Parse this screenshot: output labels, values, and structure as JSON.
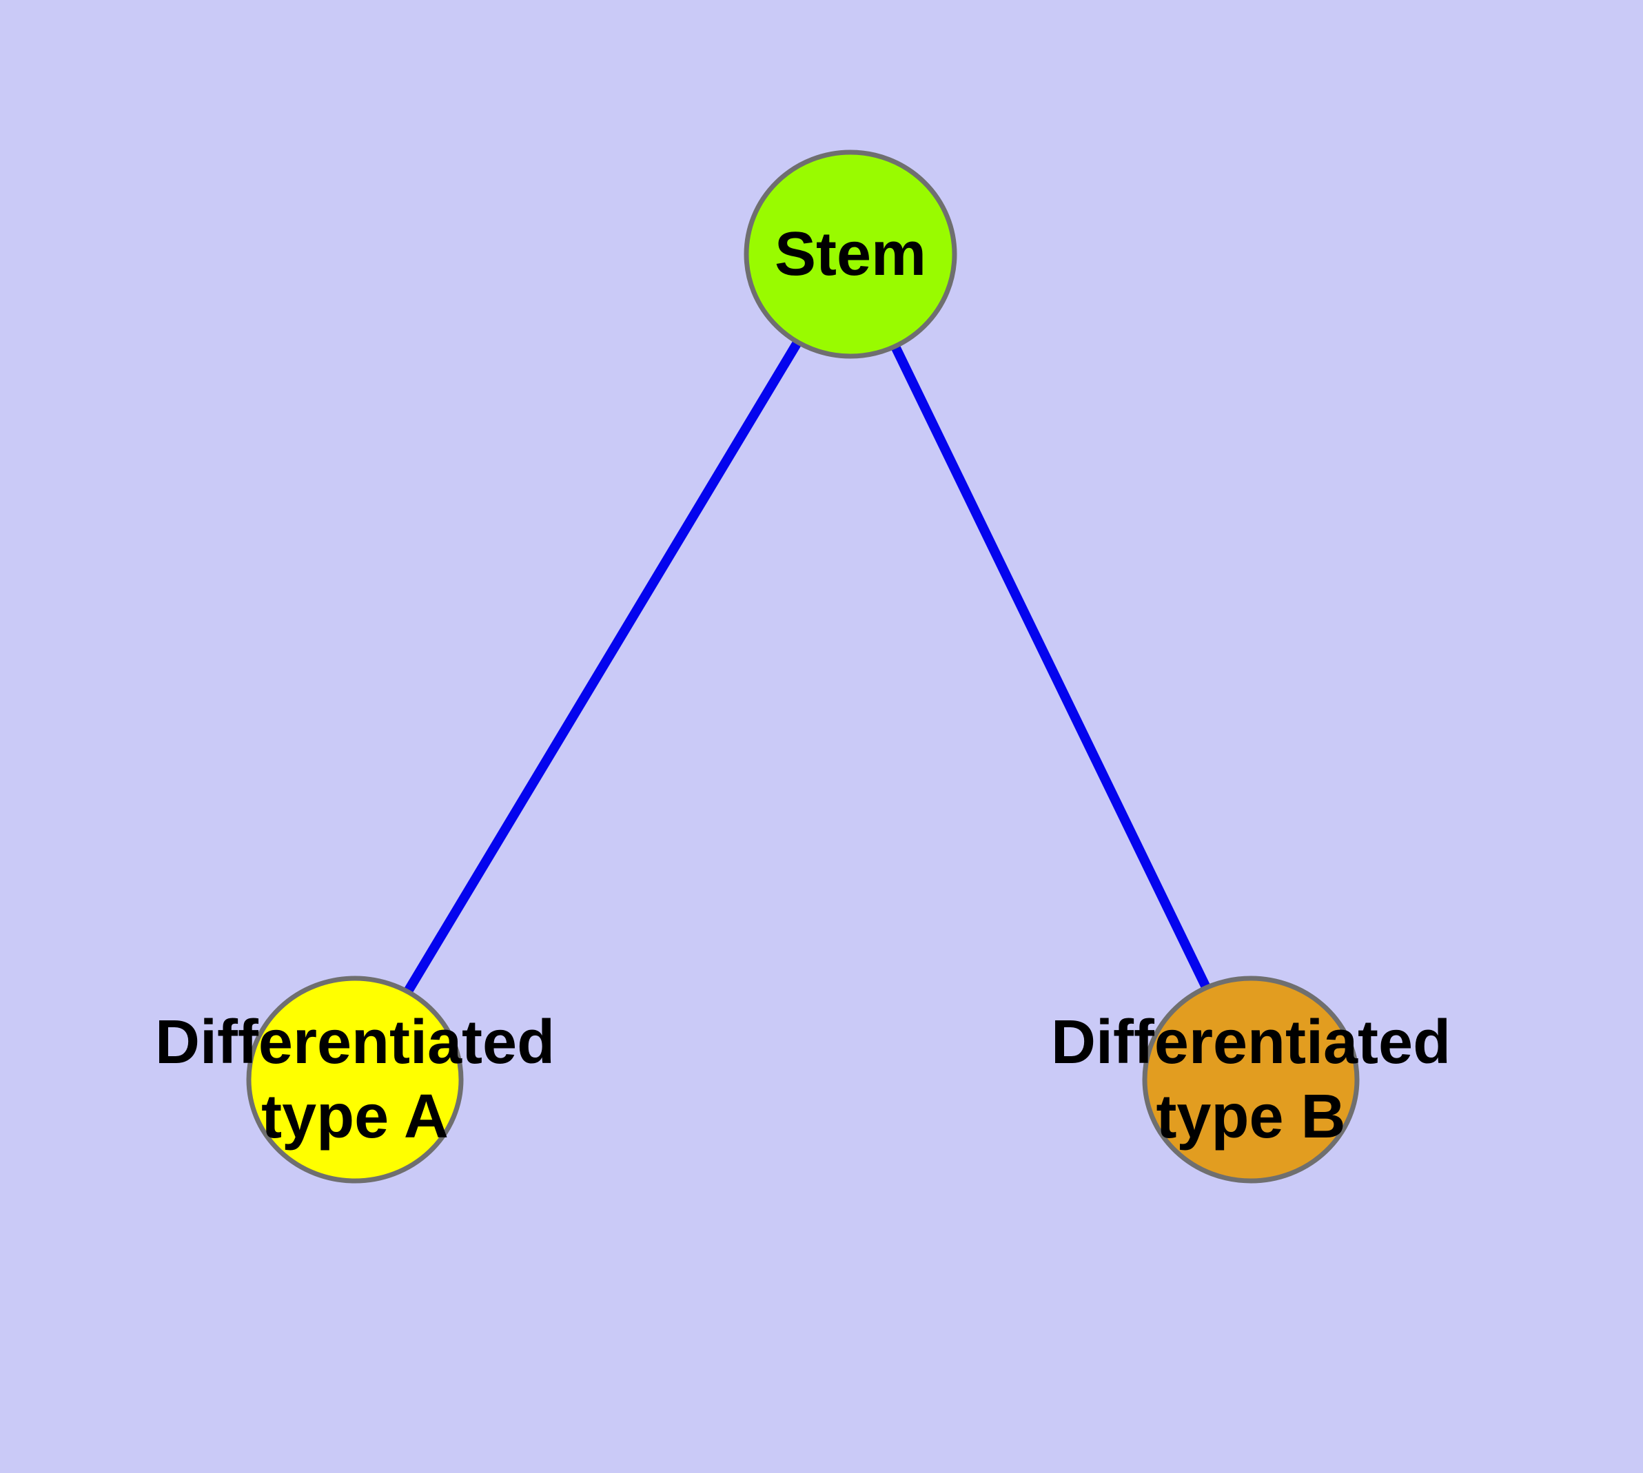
{
  "diagram": {
    "background_color": "#cacaf7",
    "edge_color": "#0404ee",
    "node_border_color": "#6f6f6f",
    "label_color": "#000000",
    "nodes": [
      {
        "id": "stem",
        "label": "Stem",
        "fill_color": "#99fb00"
      },
      {
        "id": "differentiated-type-a",
        "label_line1": "Differentiated",
        "label_line2": "type A",
        "fill_color": "#ffff00"
      },
      {
        "id": "differentiated-type-b",
        "label_line1": "Differentiated",
        "label_line2": "type B",
        "fill_color": "#e29d20"
      }
    ],
    "edges": [
      {
        "from": "stem",
        "to": "differentiated-type-a"
      },
      {
        "from": "stem",
        "to": "differentiated-type-b"
      }
    ]
  }
}
